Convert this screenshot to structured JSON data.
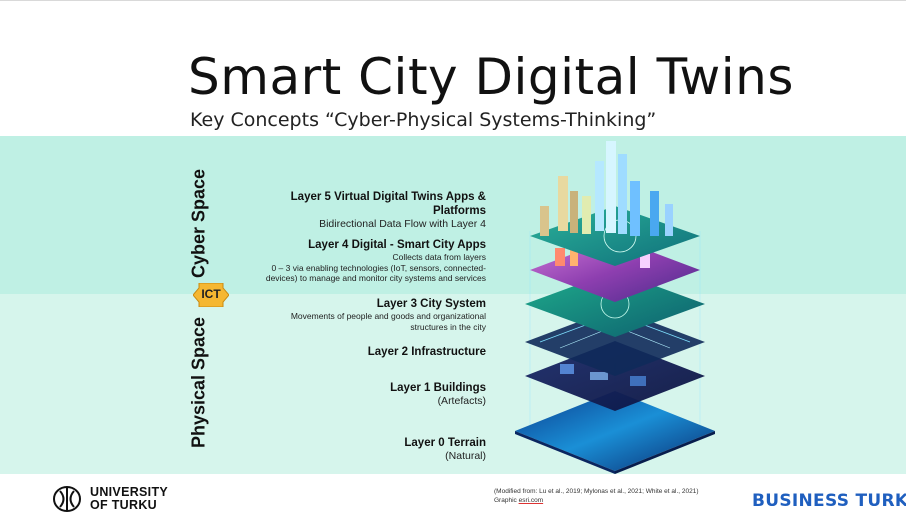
{
  "slide": {
    "title": "Smart City Digital Twins",
    "subtitle": "Key Concepts “Cyber-Physical Systems-Thinking”"
  },
  "side_labels": {
    "cyber": "Cyber Space",
    "physical": "Physical Space",
    "ict": "ICT"
  },
  "layers": [
    {
      "title": "Layer 5 Virtual Digital Twins Apps &",
      "title2": "Platforms",
      "desc": "Bidirectional Data Flow with Layer 4"
    },
    {
      "title": "Layer 4 Digital - Smart City Apps",
      "desc1": "Collects data from layers",
      "desc2": "0 – 3 via enabling technologies (IoT, sensors, connected-",
      "desc3": "devices) to manage and monitor city systems and services"
    },
    {
      "title": "Layer 3 City System",
      "desc1": "Movements of people and goods and organizational",
      "desc2": "structures in the city"
    },
    {
      "title": "Layer 2 Infrastructure"
    },
    {
      "title": "Layer 1 Buildings",
      "desc": "(Artefacts)"
    },
    {
      "title": "Layer 0 Terrain",
      "desc": "(Natural)"
    }
  ],
  "footer": {
    "university_line1": "UNIVERSITY",
    "university_line2": "OF TURKU",
    "credit_line1": "(Modified from: Lu et al., 2019; Mylonas et al., 2021; White et al., 2021)",
    "credit_line2_prefix": "Graphic ",
    "credit_link": "esri.com",
    "brand": "BUSINESS TURKU"
  },
  "colors": {
    "cyber_band": "#bff0e4",
    "physical_band": "#d6f5ec",
    "ict_badge": "#f5b731",
    "brand_blue": "#1f5fbf"
  }
}
